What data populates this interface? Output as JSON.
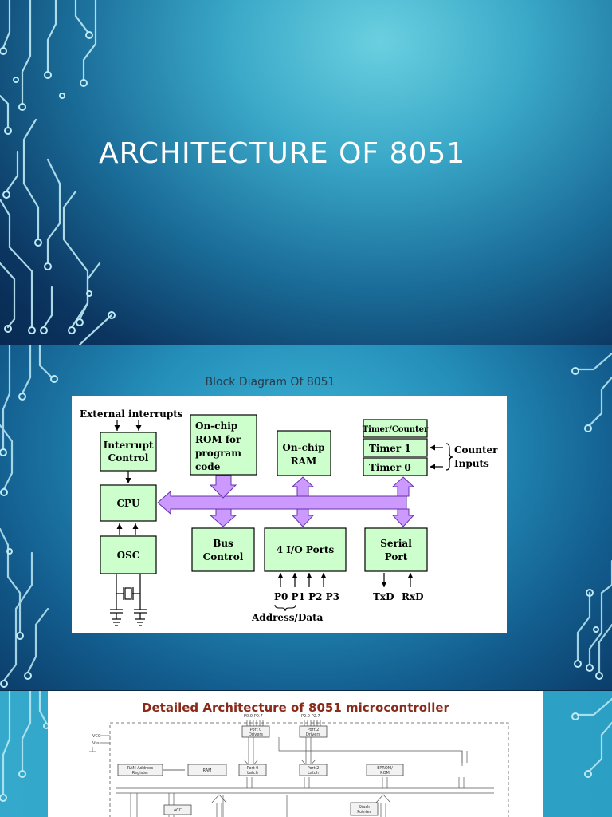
{
  "slide1": {
    "title": "ARCHITECTURE OF 8051"
  },
  "slide2": {
    "caption": "Block Diagram Of 8051",
    "diagram": {
      "external_interrupts": "External interrupts",
      "interrupt_control": [
        "Interrupt",
        "Control"
      ],
      "cpu": "CPU",
      "osc": "OSC",
      "rom": [
        "On-chip",
        "ROM for",
        "program",
        "code"
      ],
      "ram": [
        "On-chip",
        "RAM"
      ],
      "timer_counter": "Timer/Counter",
      "timer1": "Timer 1",
      "timer0": "Timer 0",
      "counter_inputs": [
        "Counter",
        "Inputs"
      ],
      "bus_control": [
        "Bus",
        "Control"
      ],
      "io_ports": "4 I/O Ports",
      "serial_port": [
        "Serial",
        "Port"
      ],
      "ports": "P0 P1 P2 P3",
      "address_data": "Address/Data",
      "txd": "TxD",
      "rxd": "RxD"
    }
  },
  "slide3": {
    "title": "Detailed Architecture of 8051 microcontroller",
    "labels": {
      "vcc": "VCC",
      "vss": "Vss",
      "p0_pins": "P0.0-P0.7",
      "p2_pins": "P2.0-P2.7",
      "port0_drivers": [
        "Port 0",
        "Drivers"
      ],
      "port2_drivers": [
        "Port 2",
        "Drivers"
      ],
      "ram_addr_reg": [
        "RAM Address",
        "Register"
      ],
      "ram": "RAM",
      "port0_latch": [
        "Port 0",
        "Latch"
      ],
      "port2_latch": [
        "Port 2",
        "Latch"
      ],
      "eprom": [
        "EPROM/",
        "ROM"
      ],
      "acc": "ACC",
      "stack_pointer": [
        "Stack",
        "Pointer"
      ]
    }
  }
}
